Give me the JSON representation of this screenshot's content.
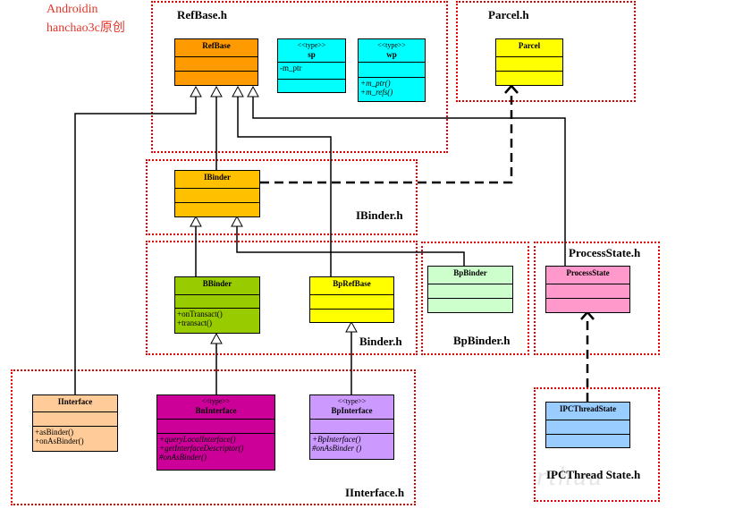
{
  "author": {
    "line1": "Androidin",
    "line2": "hanchao3c原创"
  },
  "watermark": "rthuu",
  "packages": {
    "refbase": "RefBase.h",
    "parcel": "Parcel.h",
    "ibinder": "IBinder.h",
    "binder": "Binder.h",
    "bpbinder": "BpBinder.h",
    "processstate": "ProcessState.h",
    "iinterface": "IInterface.h",
    "ipcthreadstate": "IPCThread State.h"
  },
  "classes": {
    "refbase": {
      "name": "RefBase",
      "color": "#ff9a00"
    },
    "sp": {
      "stereotype": "<<type>>",
      "name": "sp",
      "attr1": "-m_ptr",
      "color": "#00ffff"
    },
    "wp": {
      "stereotype": "<<type>>",
      "name": "wp",
      "op1": "+m_ptr()",
      "op2": "+m_refs()",
      "color": "#00ffff"
    },
    "parcel": {
      "name": "Parcel",
      "color": "#ffff00"
    },
    "ibinder": {
      "name": "IBinder",
      "color": "#ffc000"
    },
    "bbinder": {
      "name": "BBinder",
      "op1": "+onTransact()",
      "op2": "+transact()",
      "color": "#99cc00"
    },
    "bprefbase": {
      "name": "BpRefBase",
      "color": "#ffff00"
    },
    "bpbinder": {
      "name": "BpBinder",
      "color": "#ccffcc"
    },
    "processstate": {
      "name": "ProcessState",
      "color": "#ff99cc"
    },
    "iinterface": {
      "name": "IInterface",
      "op1": "+asBinder()",
      "op2": "+onAsBinder()",
      "color": "#ffcc99"
    },
    "bninterface": {
      "stereotype": "<<type>>",
      "name": "BnInterface",
      "op1": "+queryLocalInterface()",
      "op2": "+getInterfaceDescriptor()",
      "op3": "#onAsBinder()",
      "color": "#cc0099"
    },
    "bpinterface": {
      "stereotype": "<<type>>",
      "name": "BpInterface",
      "op1": "+BpInterface()",
      "op2": "#onAsBinder ()",
      "color": "#cc99ff"
    },
    "ipcthreadstate": {
      "name": "IPCThreadState",
      "color": "#99ccff"
    }
  }
}
